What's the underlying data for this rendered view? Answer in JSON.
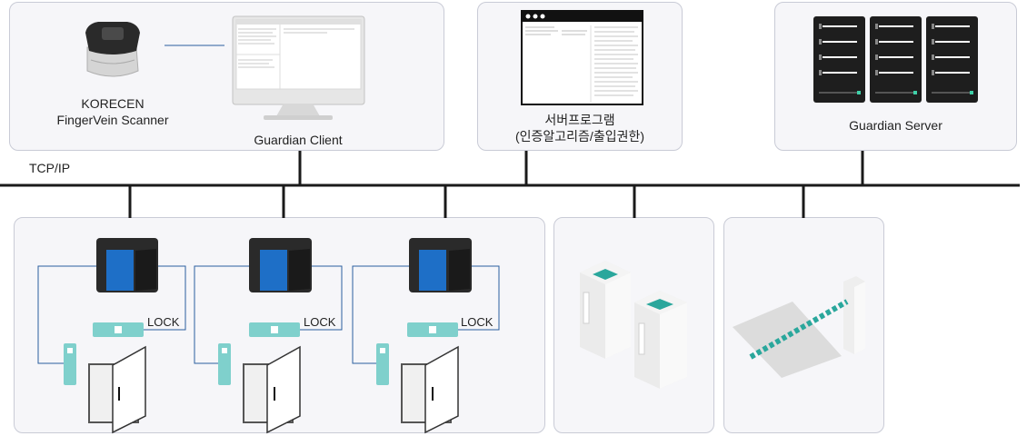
{
  "scanner": {
    "name_line1": "KORECEN",
    "name_line2": "FingerVein Scanner"
  },
  "client": {
    "label": "Guardian Client"
  },
  "server_program": {
    "label_line1": "서버프로그램",
    "label_line2": "(인증알고리즘/출입권한)"
  },
  "server": {
    "label": "Guardian Server"
  },
  "network": {
    "label": "TCP/IP"
  },
  "doors": [
    {
      "lock_label": "LOCK"
    },
    {
      "lock_label": "LOCK"
    },
    {
      "lock_label": "LOCK"
    }
  ],
  "colors": {
    "accent": "#7fd0cc",
    "teal": "#2aa79c",
    "line": "#2b5f9e",
    "bus": "#1a1a1a"
  }
}
